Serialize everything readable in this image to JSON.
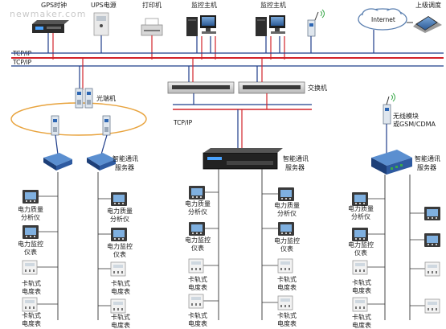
{
  "watermark": "newmaker.com",
  "top": {
    "gps": "GPS时钟",
    "ups": "UPS电源",
    "printer": "打印机",
    "host1": "监控主机",
    "host2": "监控主机",
    "internet": "Internet",
    "remote": "上级调度"
  },
  "net": {
    "tcp1": "TCP/IP",
    "tcp2": "TCP/IP",
    "tcp3": "TCP/IP"
  },
  "mid": {
    "fiber_converter": "光端机",
    "switch": "交换机",
    "wireless": [
      "无线模块",
      "或GSM/CDMA"
    ]
  },
  "server_label": [
    "智能通讯",
    "服务器"
  ],
  "devices": {
    "pq": [
      "电力质量",
      "分析仪"
    ],
    "pm": [
      "电力监控",
      "仪表"
    ],
    "rail": [
      "卡轨式",
      "电度表"
    ]
  },
  "colors": {
    "red_line": "#d2232a",
    "blue_line": "#1f3d8a",
    "ring": "#e8a33d"
  }
}
